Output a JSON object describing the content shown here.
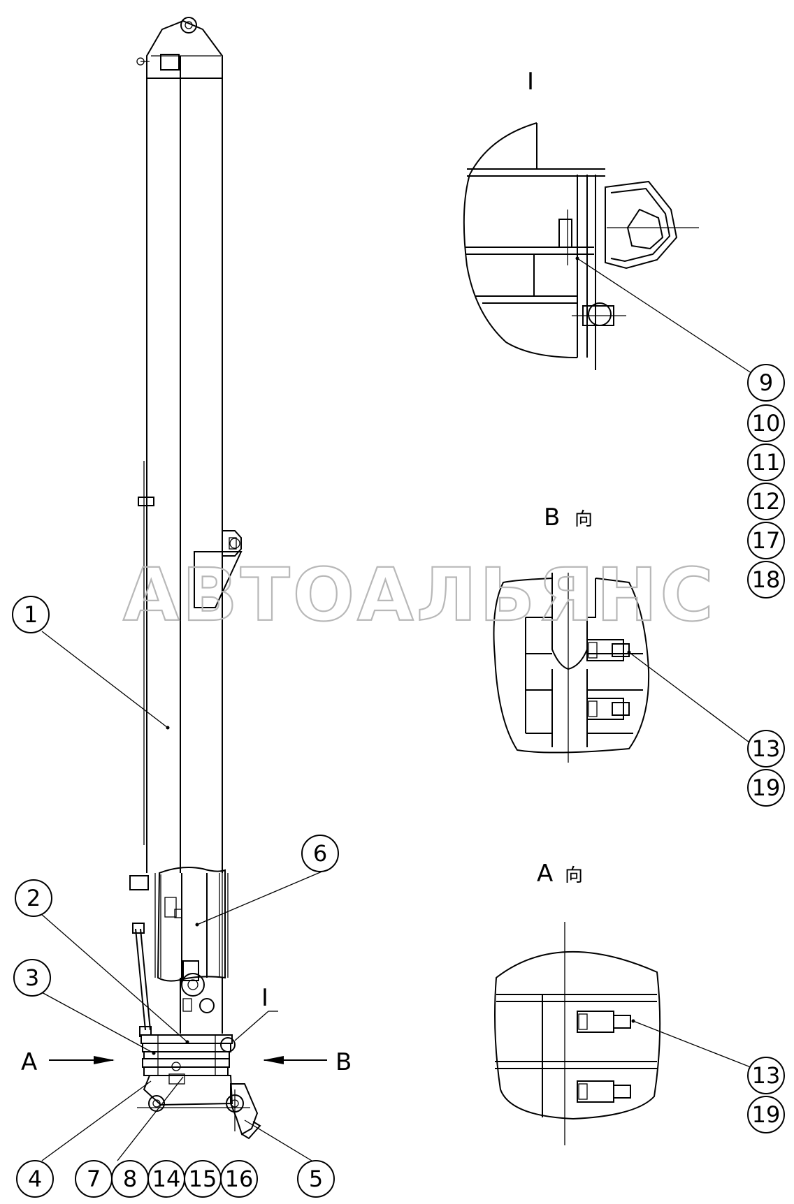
{
  "watermark": "АВТОАЛЬЯНС",
  "views": {
    "detail_i": "I",
    "detail_i_marker": "I",
    "view_b": "B",
    "view_a": "A",
    "view_suffix": "向",
    "arrow_a": "A",
    "arrow_b": "B"
  },
  "balloons": {
    "b1": "1",
    "b2": "2",
    "b3": "3",
    "b4": "4",
    "b5": "5",
    "b6": "6",
    "b7": "7",
    "b8": "8",
    "b14": "14",
    "b15": "15",
    "b16": "16",
    "b9": "9",
    "b10": "10",
    "b11": "11",
    "b12": "12",
    "b17": "17",
    "b18": "18",
    "b13a": "13",
    "b19a": "19",
    "b13b": "13",
    "b19b": "19"
  }
}
